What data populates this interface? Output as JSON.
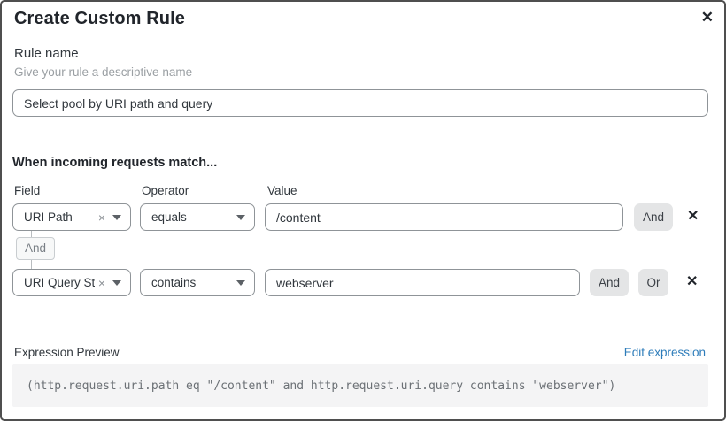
{
  "modal": {
    "title": "Create Custom Rule"
  },
  "icons": {
    "close": "✕",
    "clear": "×",
    "delete": "✕"
  },
  "rule_name": {
    "label": "Rule name",
    "helper": "Give your rule a descriptive name",
    "value": "Select pool by URI path and query"
  },
  "match": {
    "heading": "When incoming requests match...",
    "column_labels": {
      "field": "Field",
      "operator": "Operator",
      "value": "Value"
    },
    "connector_label": "And",
    "rows": [
      {
        "field": "URI Path",
        "operator": "equals",
        "value": "/content",
        "buttons": [
          "And"
        ]
      },
      {
        "field": "URI Query St...",
        "operator": "contains",
        "value": "webserver",
        "buttons": [
          "And",
          "Or"
        ]
      }
    ]
  },
  "expression": {
    "label": "Expression Preview",
    "edit_link": "Edit expression",
    "code": "(http.request.uri.path eq \"/content\" and http.request.uri.query contains \"webserver\")"
  },
  "colors": {
    "link_blue": "#2d7cba",
    "input_border": "#8f9498",
    "button_bg": "#e4e5e6",
    "code_bg": "#f4f4f5",
    "modal_border": "#4f4f4f"
  }
}
